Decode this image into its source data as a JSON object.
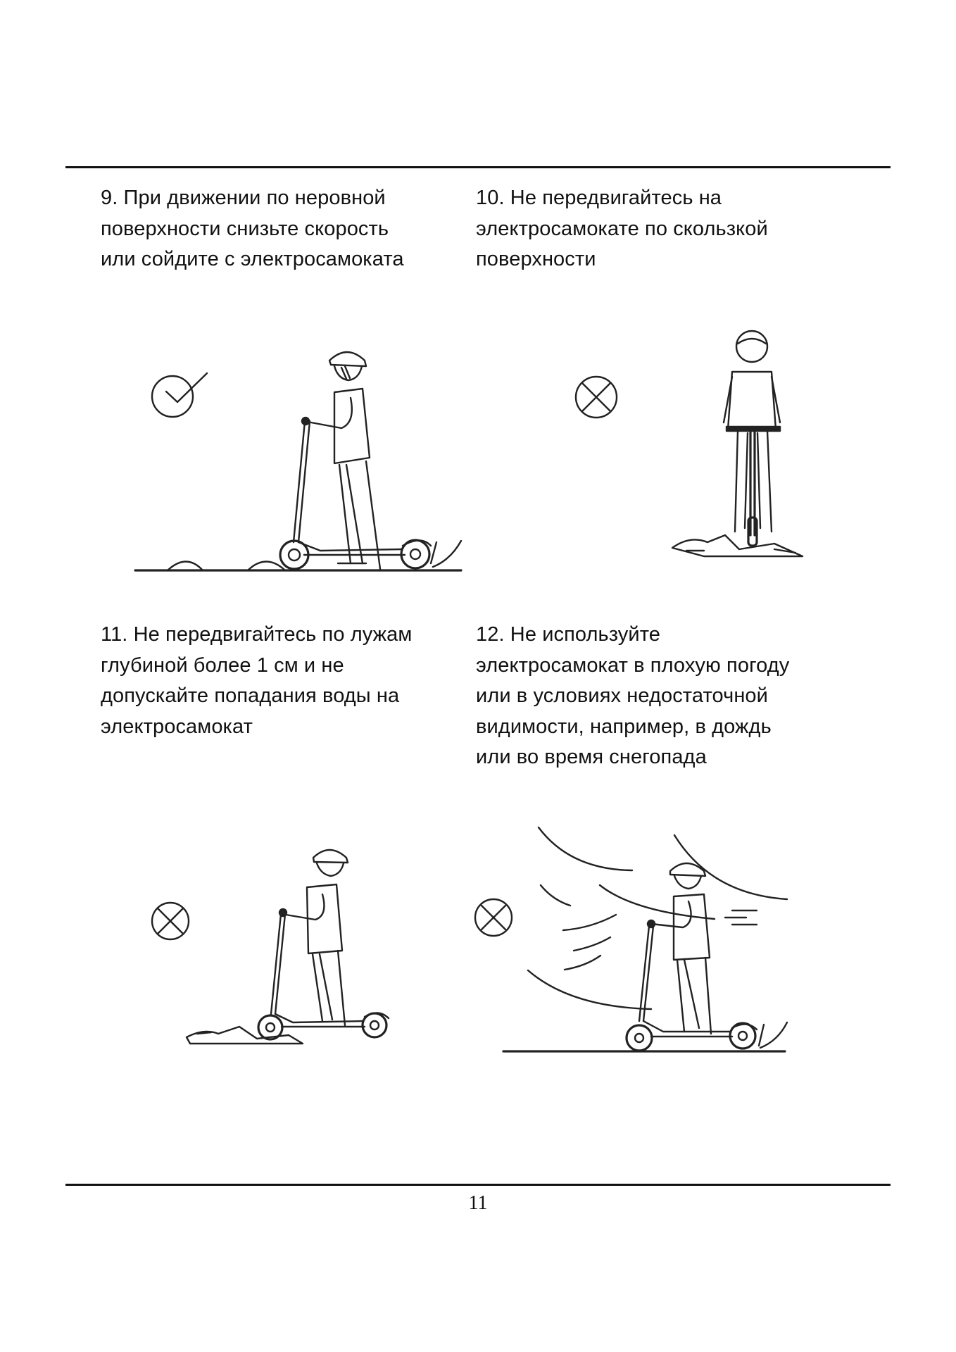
{
  "page": {
    "page_number": "11",
    "items": [
      {
        "number": "9.",
        "lines": [
          "9. При движении по неровной",
          "поверхности снизьте скорость",
          "или сойдите с электросамоката"
        ],
        "icon": "check-circle-icon",
        "illustration": "rider-on-uneven-surface"
      },
      {
        "number": "10.",
        "lines": [
          "10. Не передвигайтесь на",
          "электросамокате по скользкой",
          "поверхности"
        ],
        "icon": "cross-circle-icon",
        "illustration": "rider-on-slippery-surface"
      },
      {
        "number": "11.",
        "lines": [
          "11. Не передвигайтесь по лужам",
          "глубиной более 1 см и не",
          "допускайте попадания воды на",
          "электросамокат"
        ],
        "icon": "cross-circle-icon",
        "illustration": "rider-in-puddle"
      },
      {
        "number": "12.",
        "lines": [
          "12. Не используйте",
          "электросамокат в плохую погоду",
          "или в условиях недостаточной",
          "видимости, например, в дождь",
          "или во время снегопада"
        ],
        "icon": "cross-circle-icon",
        "illustration": "rider-in-bad-weather"
      }
    ]
  }
}
